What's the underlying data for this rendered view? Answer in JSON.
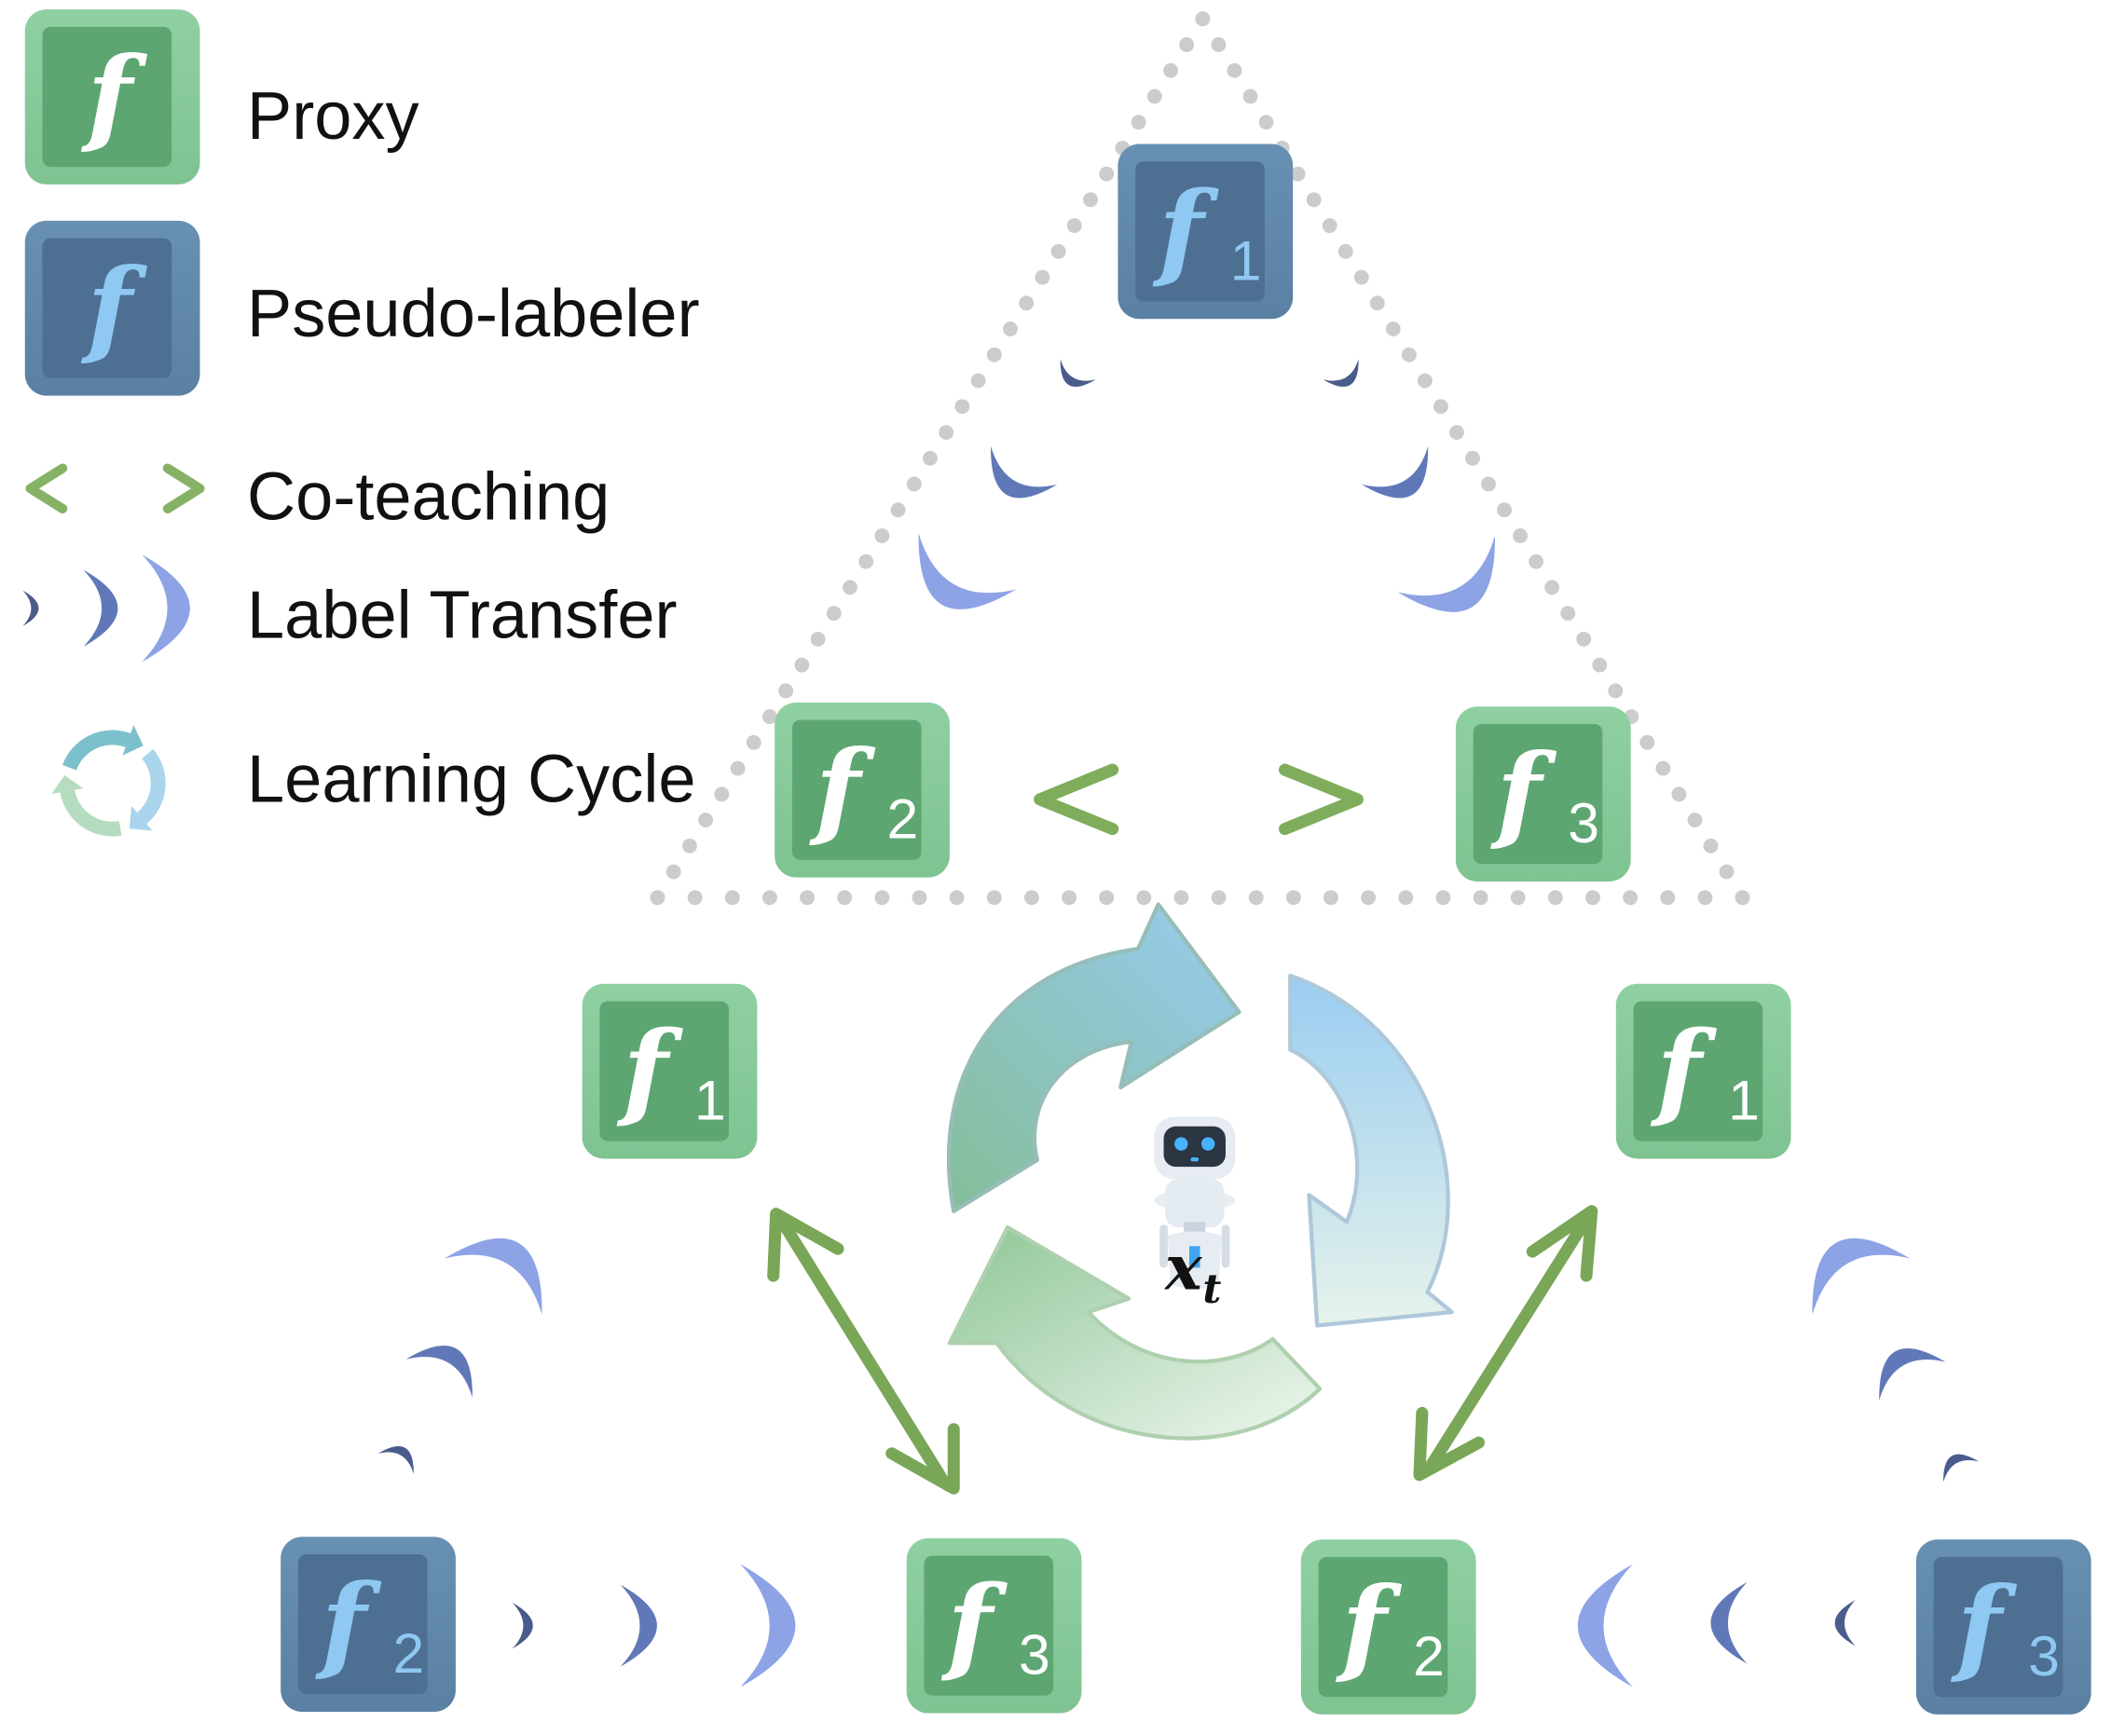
{
  "colors": {
    "proxy_outer": "#86c99a",
    "proxy_inner": "#5da672",
    "pseudo_outer": "#5d84a6",
    "pseudo_inner": "#4d6f91",
    "pseudo_glyph": "#8fc8f2",
    "proxy_glyph": "#ffffff",
    "arrow_green": "#6f9e4c",
    "transfer_dark": "#495c8c",
    "transfer_mid": "#6178b8",
    "transfer_light": "#8da3e6",
    "dots": "#cccccc"
  },
  "legend": {
    "proxy": {
      "label": "Proxy",
      "glyph": "f"
    },
    "pseudo": {
      "label": "Pseudo-labeler",
      "glyph": "f"
    },
    "coteach": {
      "label": "Co-teaching"
    },
    "transfer": {
      "label": "Label Transfer"
    },
    "cycle": {
      "label": "Learning Cycle"
    }
  },
  "center": {
    "symbol": "x",
    "subscript": "t",
    "icon": "robot-icon"
  },
  "top_triangle": {
    "f1": {
      "glyph": "f",
      "sub": "1",
      "role": "pseudo"
    },
    "f2": {
      "glyph": "f",
      "sub": "2",
      "role": "proxy"
    },
    "f3": {
      "glyph": "f",
      "sub": "3",
      "role": "proxy"
    }
  },
  "left_triangle": {
    "f1": {
      "glyph": "f",
      "sub": "1",
      "role": "proxy"
    },
    "f2": {
      "glyph": "f",
      "sub": "2",
      "role": "pseudo"
    },
    "f3": {
      "glyph": "f",
      "sub": "3",
      "role": "proxy"
    }
  },
  "right_triangle": {
    "f1": {
      "glyph": "f",
      "sub": "1",
      "role": "proxy"
    },
    "f2": {
      "glyph": "f",
      "sub": "2",
      "role": "proxy"
    },
    "f3": {
      "glyph": "f",
      "sub": "3",
      "role": "pseudo"
    }
  }
}
